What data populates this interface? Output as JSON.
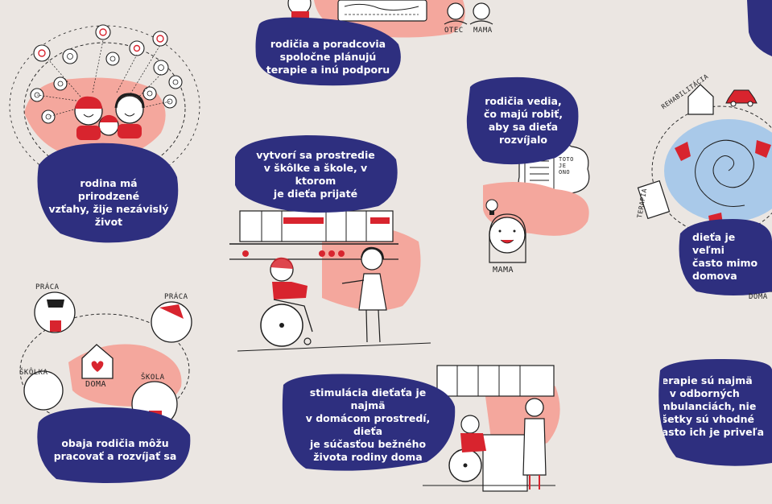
{
  "colors": {
    "background": "#ebe6e2",
    "navy": "#2e2f7f",
    "pink": "#f4a79d",
    "red": "#d8242e",
    "blue": "#a9c9e9",
    "ink": "#1e1e1e"
  },
  "bubbles": {
    "planning": "rodičia a poradcovia\nspoločne plánujú\nterapie a inú podporu",
    "family": "rodina má prirodzené\nvzťahy, žije nezávislý\nživot",
    "school": "vytvorí sa prostredie\nv škôlke a škole, v ktorom\nje dieťa prijaté",
    "parents_lead": "rodičia vedia,\nčo majú robiť,\naby sa dieťa\nrozvíjalo",
    "home": "dieťa je veľmi\nčasto mimo\ndomova",
    "work": "obaja rodičia môžu\npracovať a rozvíjať sa",
    "stimulation": "stimulácia dieťaťa je najmä\nv domácom prostredí, dieťa\nje súčasťou bežného\nživota rodiny doma",
    "therapy": "terapie sú najmä\nv odborných\nambulanciách, nie\nvšetky sú vhodné\na často ich je priveľa"
  },
  "labels": {
    "otec": "OTEC",
    "mama_top": "MAMA",
    "mama_girl": "MAMA",
    "praca_left": "PRÁCA",
    "praca_right": "PRÁCA",
    "skolka": "ŠKÔLKA",
    "skola": "ŠKOLA",
    "doma_center": "DOMA",
    "doma_right": "DOMA",
    "rehabilitacia": "REHABILITÁCIA",
    "terapia": "TERAPIA",
    "toto_je_ono": "TOTO\nJE\nONO"
  },
  "icons": [
    "network-people-icon",
    "family-faces-icon",
    "planning-board-icon",
    "kitchen-shelves-icon",
    "wheelchair-child-icon",
    "girl-icon",
    "mother-thinking-icon",
    "checklist-thought-icon",
    "lightbulb-icon",
    "spiral-icon",
    "car-icon",
    "hospital-building-icon",
    "heart-house-icon",
    "school-girl-icon",
    "kitchen-mother-icon"
  ]
}
